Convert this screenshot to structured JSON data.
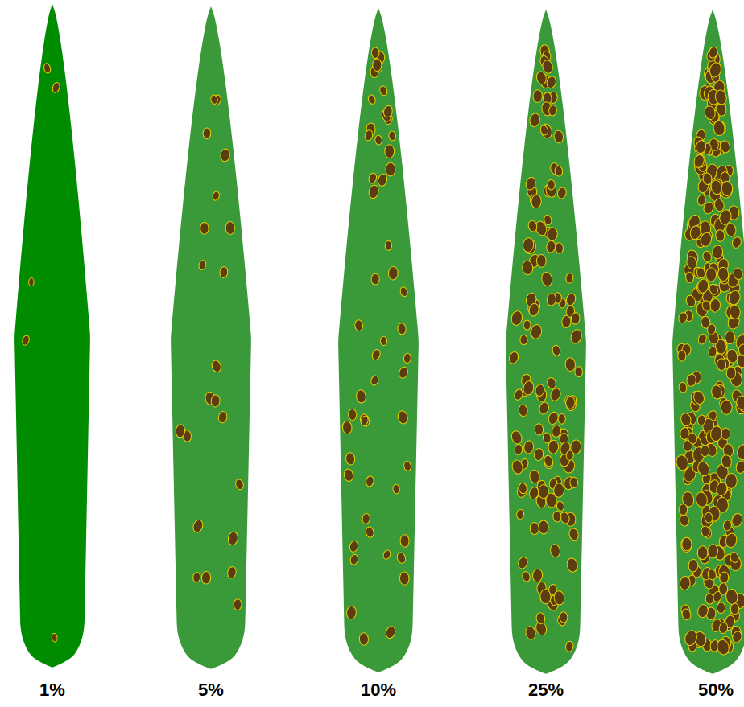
{
  "diagram": {
    "labels": [
      "1%",
      "5%",
      "10%",
      "25%",
      "50%"
    ]
  }
}
